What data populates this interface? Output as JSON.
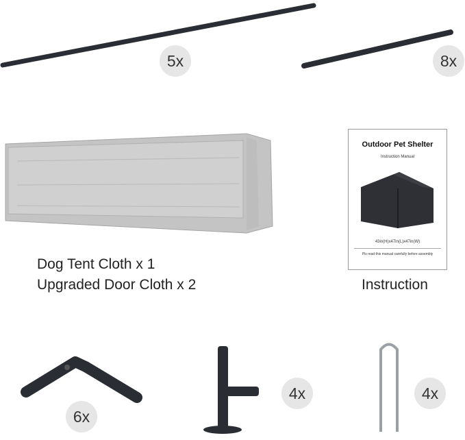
{
  "items": {
    "long_pole": {
      "qty": "5x"
    },
    "short_pole": {
      "qty": "8x"
    },
    "cloth": {
      "label_line1": "Dog Tent Cloth x 1",
      "label_line2": "Upgraded Door Cloth x 2"
    },
    "manual": {
      "label": "Instruction",
      "title": "Outdoor Pet Shelter",
      "subtitle": "Instruction Manual",
      "dimensions": "43in(H)x47in(L)x47in(W)",
      "note": "Pls read this manual carefully before assembly"
    },
    "elbow": {
      "qty": "6x"
    },
    "t_connector": {
      "qty": "4x"
    },
    "stake": {
      "qty": "4x"
    }
  },
  "colors": {
    "pole": "#2a2d33",
    "cloth": "#c9c9c9",
    "badge": "#e6e6e6"
  }
}
